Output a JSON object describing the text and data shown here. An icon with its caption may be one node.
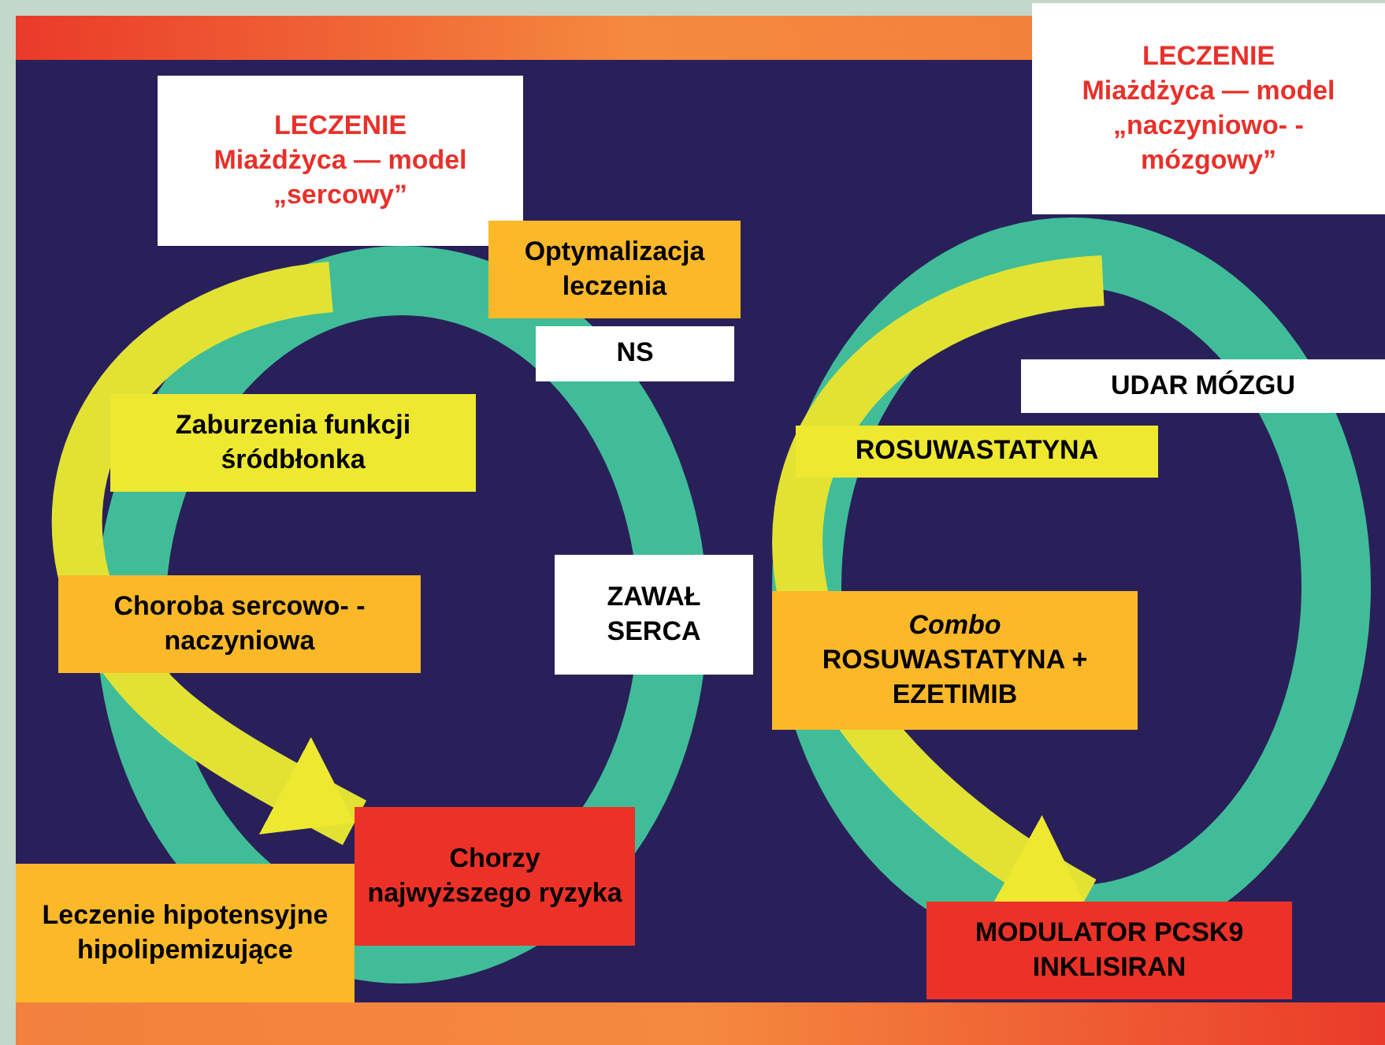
{
  "diagram": {
    "nodes": [
      {
        "text": [
          "LECZENIE",
          "Miażdżyca — model „sercowy”"
        ]
      },
      {
        "text": [
          "LECZENIE",
          "Miażdżyca — model „naczyniowo- -mózgowy”"
        ]
      },
      {
        "text": [
          "Optymalizacja leczenia"
        ]
      },
      {
        "text": [
          "NS"
        ]
      },
      {
        "text": [
          "UDAR MÓZGU"
        ]
      },
      {
        "text": [
          "Zaburzenia funkcji śródbłonka"
        ]
      },
      {
        "text": [
          "ROSUWASTATYNA"
        ]
      },
      {
        "text": [
          "Choroba sercowo- -naczyniowa"
        ]
      },
      {
        "text": [
          "ZAWAŁ SERCA"
        ]
      },
      {
        "text": [
          "*Combo* ROSUWASTATYNA + EZETIMIB"
        ]
      },
      {
        "text": [
          "Chorzy najwyższego ryzyka"
        ]
      },
      {
        "text": [
          "Leczenie hipotensyjne hipolipemizujące"
        ]
      },
      {
        "text": [
          "MODULATOR PCSK9 INKLISIRAN"
        ]
      }
    ],
    "edges": [
      {
        "from": null,
        "to": 10,
        "arrow": "to"
      },
      {
        "from": null,
        "to": 12,
        "arrow": "to"
      }
    ]
  }
}
